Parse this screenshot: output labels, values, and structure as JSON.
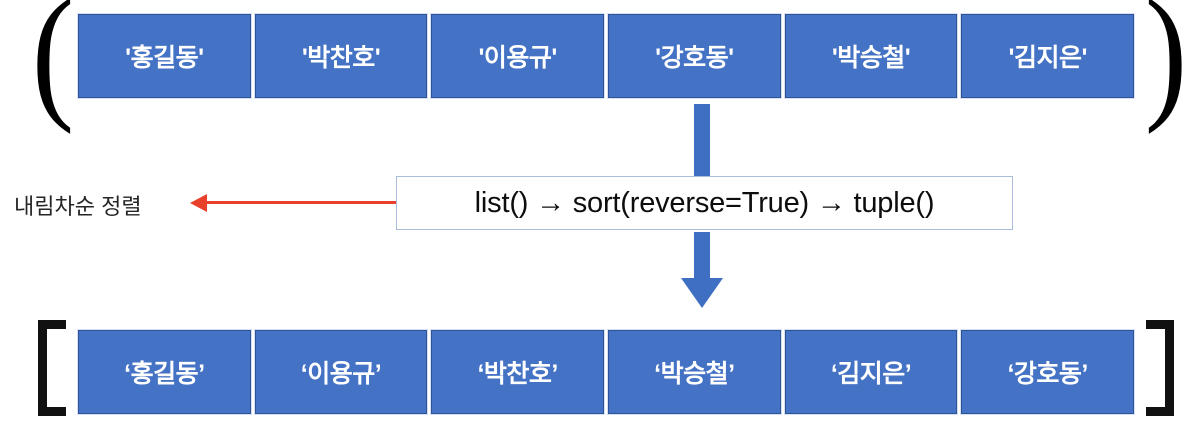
{
  "diagram": {
    "title": "Python tuple descending sort diagram",
    "colors": {
      "cell_fill": "#4472C4",
      "cell_border": "#2E5397",
      "cell_text": "#FFFFFF",
      "blue_arrow": "#3F6FC3",
      "red_arrow": "#E8402A",
      "formula_border": "#A8BEDC",
      "delimiter": "#111111",
      "background": "#FFFFFF"
    },
    "input_sequence": {
      "kind": "tuple",
      "open_delimiter": "(",
      "close_delimiter": ")",
      "items": [
        {
          "label": "'홍길동'"
        },
        {
          "label": "'박찬호'"
        },
        {
          "label": "'이용규'"
        },
        {
          "label": "'강호동'"
        },
        {
          "label": "'박승철'"
        },
        {
          "label": "'김지은'"
        }
      ]
    },
    "operation": {
      "formula": "list() → sort(reverse=True) → tuple()",
      "annotation": "내림차순 정렬",
      "down_arrow_icon": "arrow-down-icon",
      "callout_arrow_icon": "arrow-left-icon"
    },
    "output_sequence": {
      "kind": "list",
      "open_delimiter": "[",
      "close_delimiter": "]",
      "items": [
        {
          "label": "‘홍길동’"
        },
        {
          "label": "‘이용규’"
        },
        {
          "label": "‘박찬호’"
        },
        {
          "label": "‘박승철’"
        },
        {
          "label": "‘김지은’"
        },
        {
          "label": "‘강호동’"
        }
      ]
    }
  }
}
